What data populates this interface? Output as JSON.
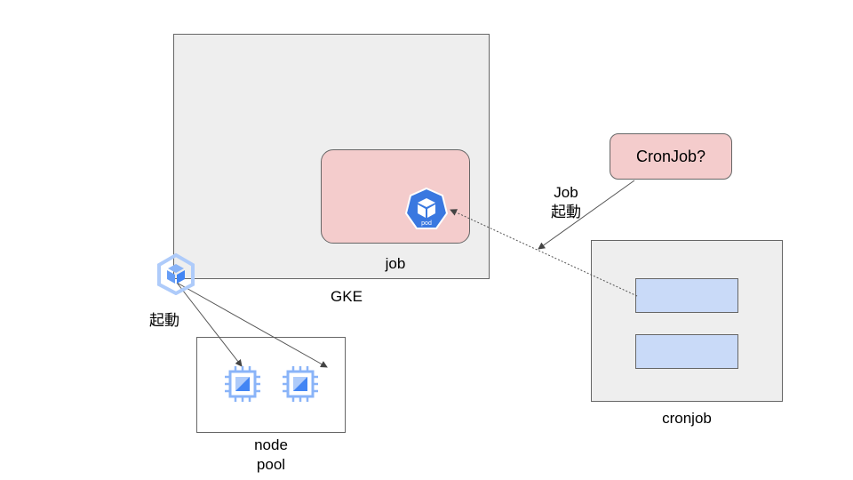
{
  "gke": {
    "label": "GKE"
  },
  "job": {
    "label": "job",
    "pod_icon_text": "pod"
  },
  "cronjob_question": {
    "label": "CronJob?"
  },
  "cronjob": {
    "label": "cronjob"
  },
  "node_pool": {
    "label_line1": "node",
    "label_line2": "pool"
  },
  "edges": {
    "job_launch_line1": "Job",
    "job_launch_line2": "起動",
    "node_launch": "起動"
  },
  "colors": {
    "cluster_fill": "#eeeeee",
    "job_fill": "#f4cccc",
    "cron_item_fill": "#c9daf8",
    "pod_icon": "#3a78e0",
    "gke_icon": "#aecbfa",
    "chip_icon": "#8ab4f8"
  }
}
